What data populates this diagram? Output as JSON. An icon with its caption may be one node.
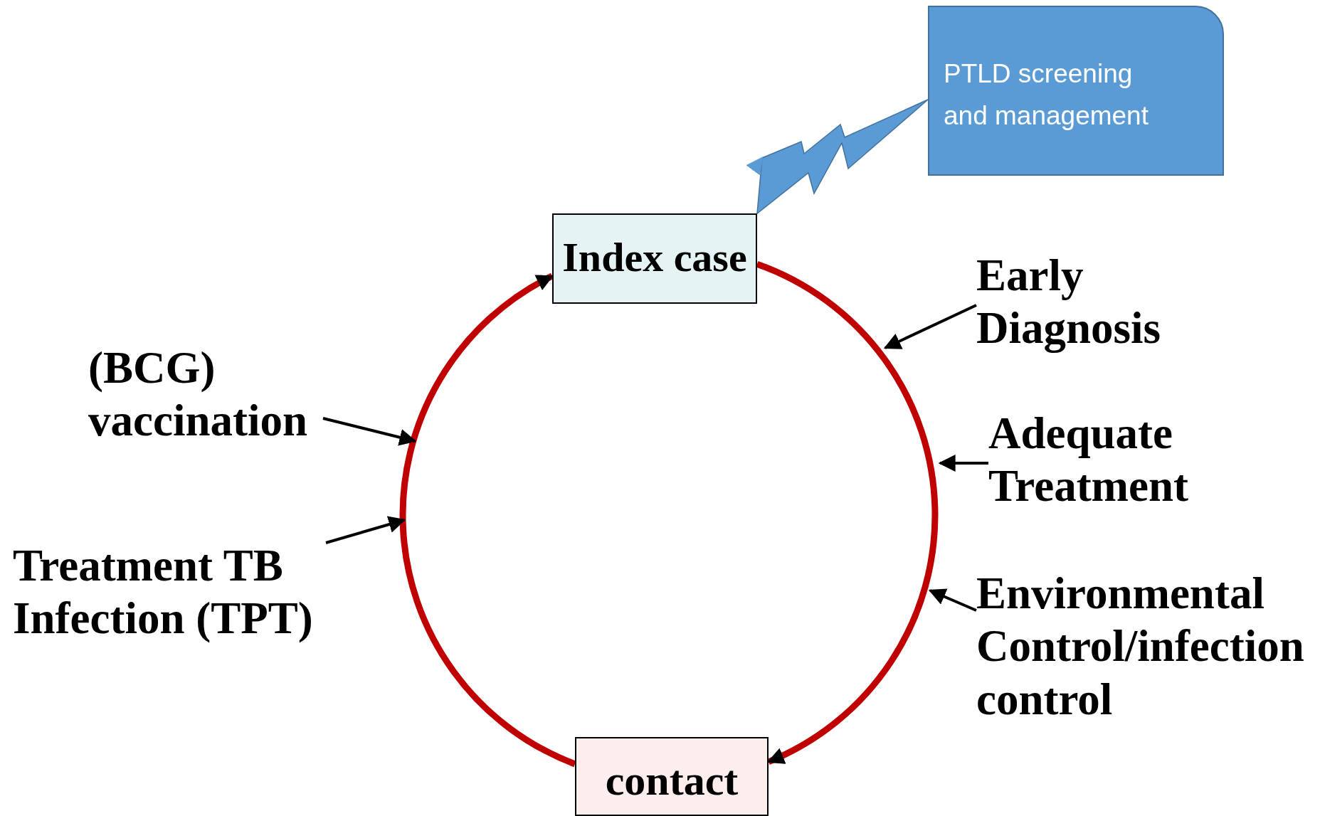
{
  "diagram": {
    "nodes": [
      {
        "text": [
          "PTLD screening and management"
        ]
      },
      {
        "text": [
          "Index case"
        ]
      },
      {
        "text": [
          "Early Diagnosis"
        ]
      },
      {
        "text": [
          "Adequate Treatment"
        ]
      },
      {
        "text": [
          "Environmental Control/infection control"
        ]
      },
      {
        "text": [
          "contact"
        ]
      },
      {
        "text": [
          "(BCG) vaccination"
        ]
      },
      {
        "text": [
          "Treatment TB Infection (TPT)"
        ]
      }
    ],
    "edges": [
      {
        "from": 0,
        "to": 1,
        "arrow": "to",
        "color": "#5b9bd5"
      },
      {
        "from": 1,
        "to": 5,
        "arrow": "to",
        "color": "#c00000",
        "style": "thick"
      },
      {
        "from": 5,
        "to": 1,
        "arrow": "to",
        "color": "#c00000",
        "style": "thick"
      },
      {
        "from": 2,
        "to": null,
        "arrow": "to"
      },
      {
        "from": 3,
        "to": null,
        "arrow": "to"
      },
      {
        "from": 4,
        "to": null,
        "arrow": "to"
      },
      {
        "from": 6,
        "to": null,
        "arrow": "to"
      },
      {
        "from": 7,
        "to": null,
        "arrow": "to"
      }
    ]
  }
}
